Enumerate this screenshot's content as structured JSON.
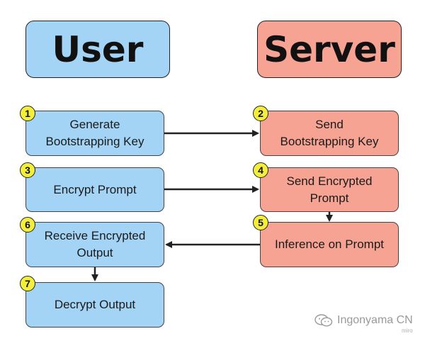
{
  "headers": {
    "user": "User",
    "server": "Server"
  },
  "steps": {
    "s1": {
      "num": "1",
      "label": "Generate\nBootstrapping Key"
    },
    "s2": {
      "num": "2",
      "label": "Send\nBootstrapping Key"
    },
    "s3": {
      "num": "3",
      "label": "Encrypt Prompt"
    },
    "s4": {
      "num": "4",
      "label": "Send Encrypted\nPrompt"
    },
    "s5": {
      "num": "5",
      "label": "Inference on Prompt"
    },
    "s6": {
      "num": "6",
      "label": "Receive Encrypted\nOutput"
    },
    "s7": {
      "num": "7",
      "label": "Decrypt Output"
    }
  },
  "colors": {
    "user": "#a4d4f5",
    "server": "#f6a393",
    "badge": "#f3ee3c"
  },
  "watermark": {
    "text": "Ingonyama CN",
    "sub": "miro",
    "icon": "wechat-icon"
  }
}
